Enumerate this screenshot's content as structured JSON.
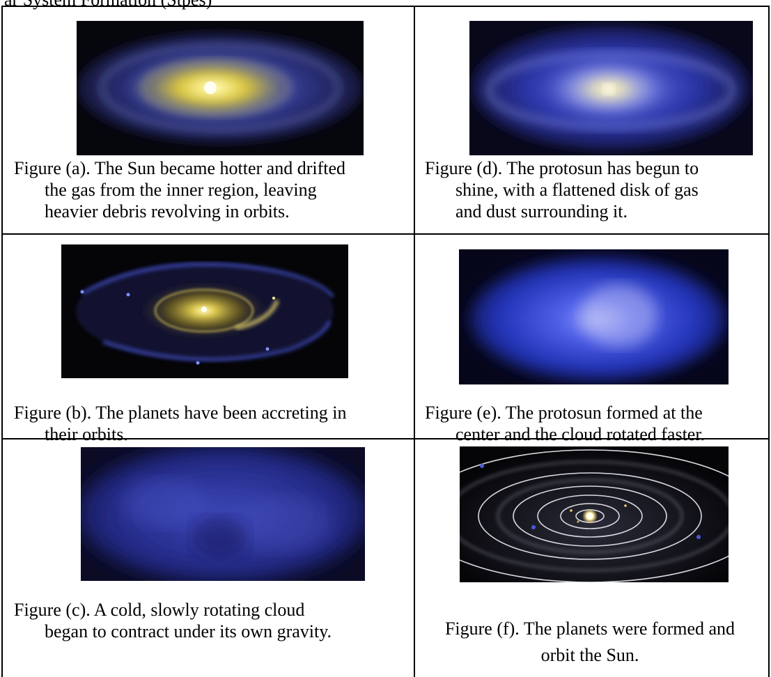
{
  "top_fragment": "ar System Formation (Stpes)",
  "figures": {
    "a": {
      "lines": [
        "Figure (a). The Sun became hotter and drifted",
        "the gas from the inner region, leaving",
        "heavier debris revolving in orbits."
      ]
    },
    "b": {
      "lines": [
        "Figure (b). The planets have been accreting in",
        "their orbits."
      ]
    },
    "c": {
      "lines": [
        "Figure (c). A cold, slowly rotating cloud",
        "began to contract under its own gravity."
      ]
    },
    "d": {
      "lines": [
        "Figure (d). The protosun has begun to",
        "shine, with a flattened disk of gas",
        "and dust surrounding it."
      ]
    },
    "e": {
      "lines": [
        "Figure (e). The protosun formed at the",
        "center and the cloud rotated faster."
      ]
    },
    "f": {
      "lines": [
        "Figure (f). The planets were formed and",
        "orbit the Sun."
      ]
    }
  },
  "colors": {
    "space": "#05050c",
    "dust_blue": "#3c50e0",
    "gas_yellow": "#e8d84a",
    "sun_core": "#fffbe6"
  }
}
